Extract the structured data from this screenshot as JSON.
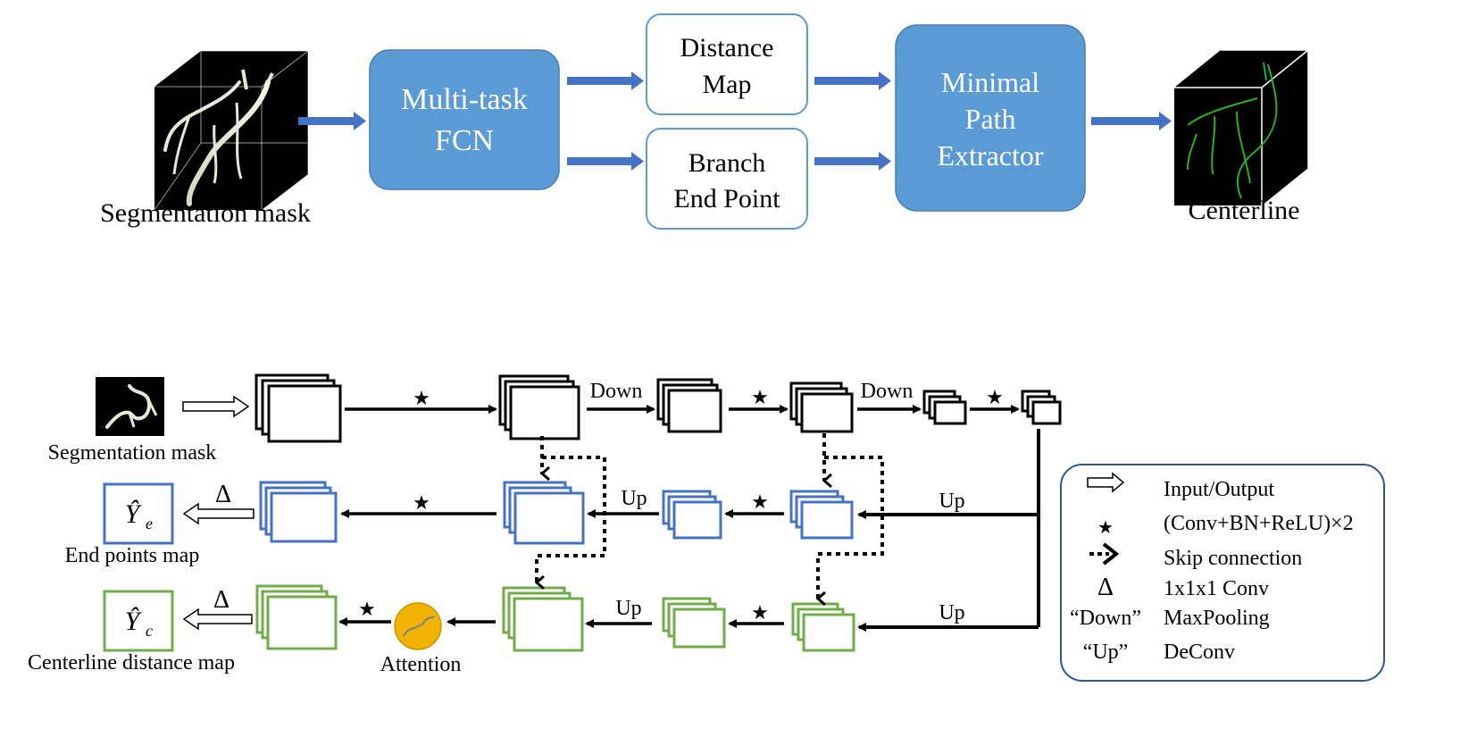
{
  "top_pipeline": {
    "input_label": "Segmentation mask",
    "fcn_line1": "Multi-task",
    "fcn_line2": "FCN",
    "distance_line1": "Distance",
    "distance_line2": "Map",
    "branch_line1": "Branch",
    "branch_line2": "End Point",
    "extractor_line1": "Minimal",
    "extractor_line2": "Path",
    "extractor_line3": "Extractor",
    "output_label": "Centerline"
  },
  "network": {
    "input_label": "Segmentation mask",
    "down_label_1": "Down",
    "down_label_2": "Down",
    "up_labels": [
      "Up",
      "Up",
      "Up",
      "Up"
    ],
    "conv_symbol": "★",
    "delta_symbol": "Δ",
    "endpoint_output_symbol": "Ŷ",
    "endpoint_output_subscript": "e",
    "endpoint_output_label": "End points map",
    "centerline_output_symbol": "Ŷ",
    "centerline_output_subscript": "c",
    "centerline_output_label": "Centerline  distance  map",
    "attention_label": "Attention"
  },
  "legend": {
    "items": [
      {
        "symbol": "⟹",
        "text": "Input/Output"
      },
      {
        "symbol": "★",
        "text": "(Conv+BN+ReLU)×2"
      },
      {
        "symbol": "⇢",
        "text": "Skip connection"
      },
      {
        "symbol": "Δ",
        "text": "1x1x1 Conv"
      },
      {
        "symbol": "“Down”",
        "text": "MaxPooling"
      },
      {
        "symbol": "“Up”",
        "text": "DeConv"
      }
    ]
  },
  "colors": {
    "blue_box": "#5b9bd5",
    "blue_border": "#4a7fb5",
    "blue_stack": "#4472c4",
    "green_stack": "#70ad47",
    "attention_fill": "#f2b200",
    "arrow_blue": "#4472c4"
  }
}
